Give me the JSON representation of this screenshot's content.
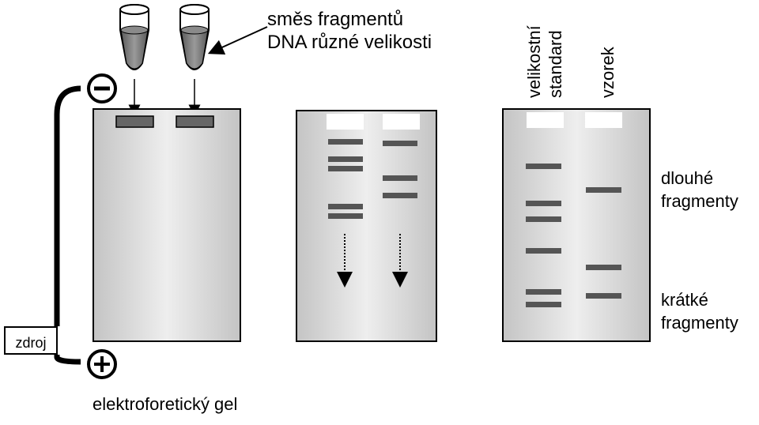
{
  "tube_label": {
    "line1": "směs fragmentů",
    "line2": "DNA  různé velikosti"
  },
  "power_source_label": "zdroj",
  "gel_label": "elektroforetický gel",
  "result_gel": {
    "lane_labels": {
      "standard_line1": "velikostní",
      "standard_line2": "standard",
      "sample": "vzorek"
    }
  },
  "fragment_labels": {
    "long_line1": "dlouhé",
    "long_line2": "fragmenty",
    "short_line1": "krátké",
    "short_line2": "fragmenty"
  },
  "electrodes": {
    "negative": "−",
    "positive": "+"
  },
  "colors": {
    "gel_edge": "#c9c9c9",
    "gel_center": "#ececec",
    "band": "#555555",
    "well": "#ffffff"
  }
}
